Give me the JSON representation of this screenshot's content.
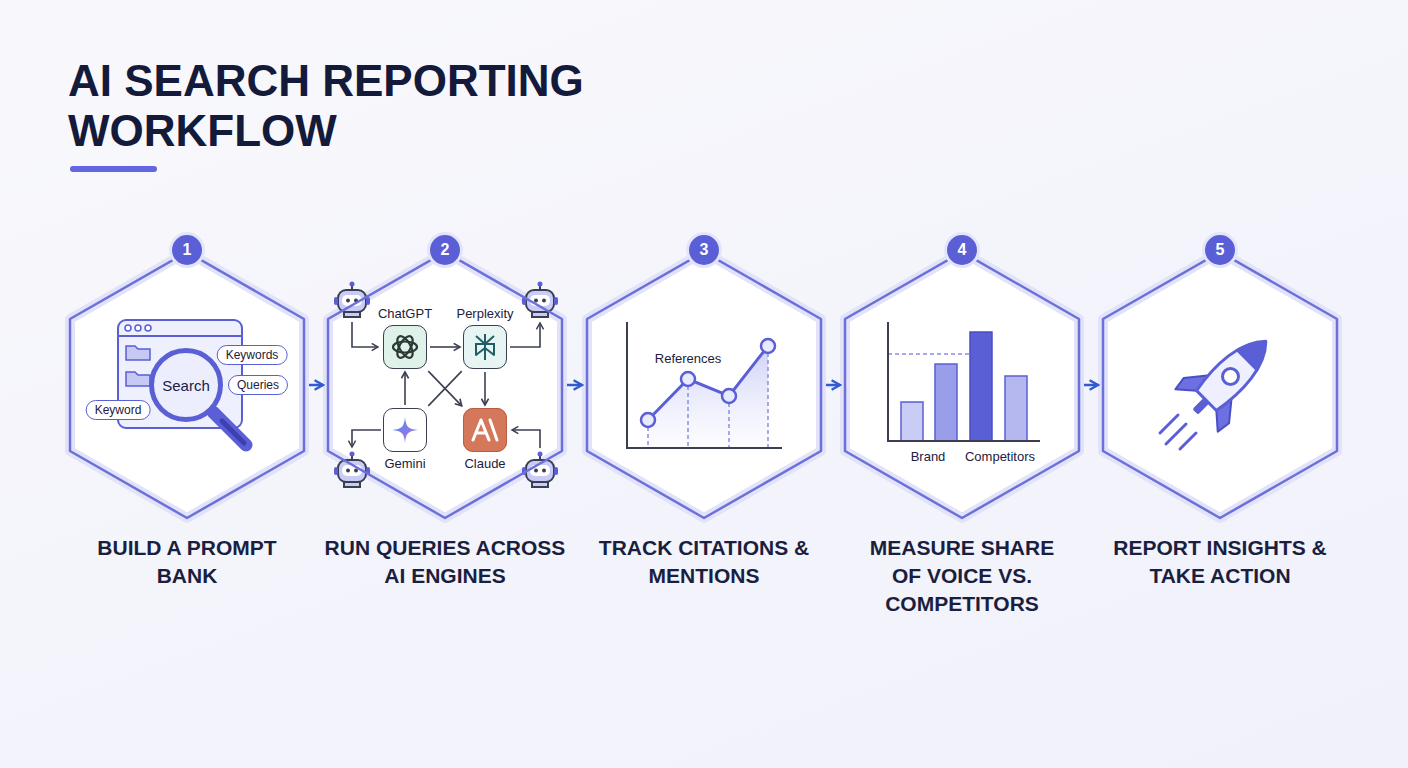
{
  "diagram": {
    "title": "AI SEARCH REPORTING WORKFLOW",
    "nodes": [
      {
        "text": [
          "BUILD A PROMPT BANK"
        ]
      },
      {
        "text": [
          "1"
        ],
        "in": 0
      },
      {
        "text": [
          "Keywords"
        ],
        "in": 0
      },
      {
        "text": [
          "Search"
        ],
        "in": 0
      },
      {
        "text": [
          "Queries"
        ],
        "in": 0
      },
      {
        "text": [
          "Keyword"
        ],
        "in": 0
      },
      {
        "text": [
          "RUN QUERIES ACROSS AI ENGINES"
        ]
      },
      {
        "text": [
          "2"
        ],
        "in": 6
      },
      {
        "text": [
          "ChatGPT"
        ],
        "in": 6
      },
      {
        "text": [
          "Perplexity"
        ],
        "in": 6
      },
      {
        "text": [
          "Gemini"
        ],
        "in": 6
      },
      {
        "text": [
          "Claude"
        ],
        "in": 6
      },
      {
        "text": [
          "TRACK CITATIONS & MENTIONS"
        ]
      },
      {
        "text": [
          "3"
        ],
        "in": 12
      },
      {
        "text": [
          "MEASURE SHARE OF VOICE VS. COMPETITORS"
        ]
      },
      {
        "text": [
          "4"
        ],
        "in": 14
      },
      {
        "text": [
          "REPORT INSIGHTS & TAKE ACTION"
        ]
      },
      {
        "text": [
          "5"
        ],
        "in": 16
      }
    ],
    "edges": [
      {
        "from": 0,
        "to": 6,
        "arrow": "to"
      },
      {
        "from": 6,
        "to": 12,
        "arrow": "to"
      },
      {
        "from": 12,
        "to": 14,
        "arrow": "to"
      },
      {
        "from": 14,
        "to": 16,
        "arrow": "to"
      },
      {
        "from": 8,
        "to": 9,
        "arrow": "to"
      },
      {
        "from": 9,
        "to": 11,
        "arrow": "to"
      },
      {
        "from": 10,
        "to": 8,
        "arrow": "to"
      },
      {
        "from": 8,
        "to": 11,
        "arrow": "to"
      },
      {
        "from": 10,
        "to": 9,
        "arrow": "none"
      }
    ],
    "labels": [
      "References",
      "Brand",
      "Competitors"
    ]
  }
}
